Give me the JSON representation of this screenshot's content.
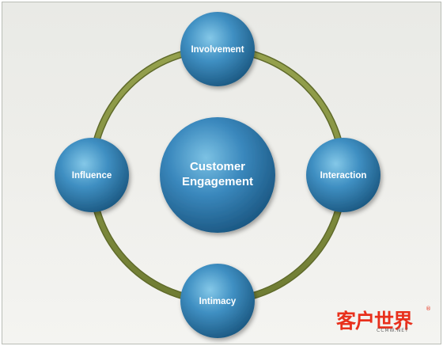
{
  "diagram": {
    "center": {
      "line1": "Customer",
      "line2": "Engagement"
    },
    "nodes": {
      "top": "Involvement",
      "right": "Interaction",
      "bottom": "Intimacy",
      "left": "Influence"
    },
    "colors": {
      "ring": "#7f8c3e",
      "node_light": "#7fc3e3",
      "node_dark": "#1c5c8c",
      "background": "#ececea"
    }
  },
  "watermark": {
    "brand": "客户世界",
    "registered": "®",
    "url": "CCMW.NET"
  }
}
